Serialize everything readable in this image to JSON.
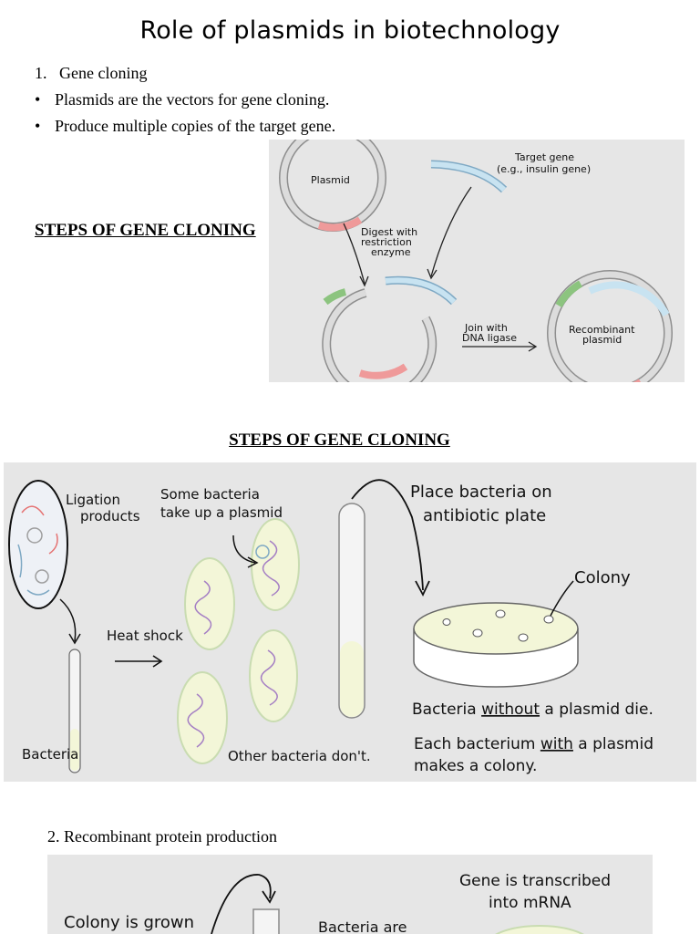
{
  "title": "Role of plasmids in biotechnology",
  "section1": {
    "number": "1.",
    "label": "Gene cloning",
    "bullets": [
      "Plasmids are the vectors for gene cloning.",
      "Produce multiple copies of the target gene."
    ],
    "steps_heading": "STEPS OF GENE CLONING"
  },
  "diagram1": {
    "plasmid_label": "Plasmid",
    "target_gene_label_1": "Target gene",
    "target_gene_label_2": "(e.g., insulin gene)",
    "digest_label_1": "Digest with",
    "digest_label_2": "restriction",
    "digest_label_3": "enzyme",
    "join_label_1": "Join with",
    "join_label_2": "DNA ligase",
    "recombinant_label_1": "Recombinant",
    "recombinant_label_2": "plasmid"
  },
  "section_heading_2": "STEPS OF GENE CLONING",
  "diagram2": {
    "ligation_1": "Ligation",
    "ligation_2": "products",
    "some_bacteria_1": "Some bacteria",
    "some_bacteria_2": "take up a plasmid",
    "heat_shock": "Heat shock",
    "bacteria": "Bacteria",
    "other_bacteria": "Other bacteria don't.",
    "place_1": "Place bacteria on",
    "place_2": "antibiotic plate",
    "colony": "Colony",
    "without_1": "Bacteria ",
    "without_2": "without",
    "without_3": " a plasmid die.",
    "each_1": "Each bacterium ",
    "each_2": "with",
    "each_3": " a plasmid",
    "each_4": "makes a colony."
  },
  "section2": {
    "label": "2. Recombinant protein production"
  },
  "diagram3": {
    "colony_grown": "Colony is grown",
    "bacteria_are": "Bacteria are",
    "transcribed_1": "Gene is transcribed",
    "transcribed_2": "into mRNA"
  }
}
